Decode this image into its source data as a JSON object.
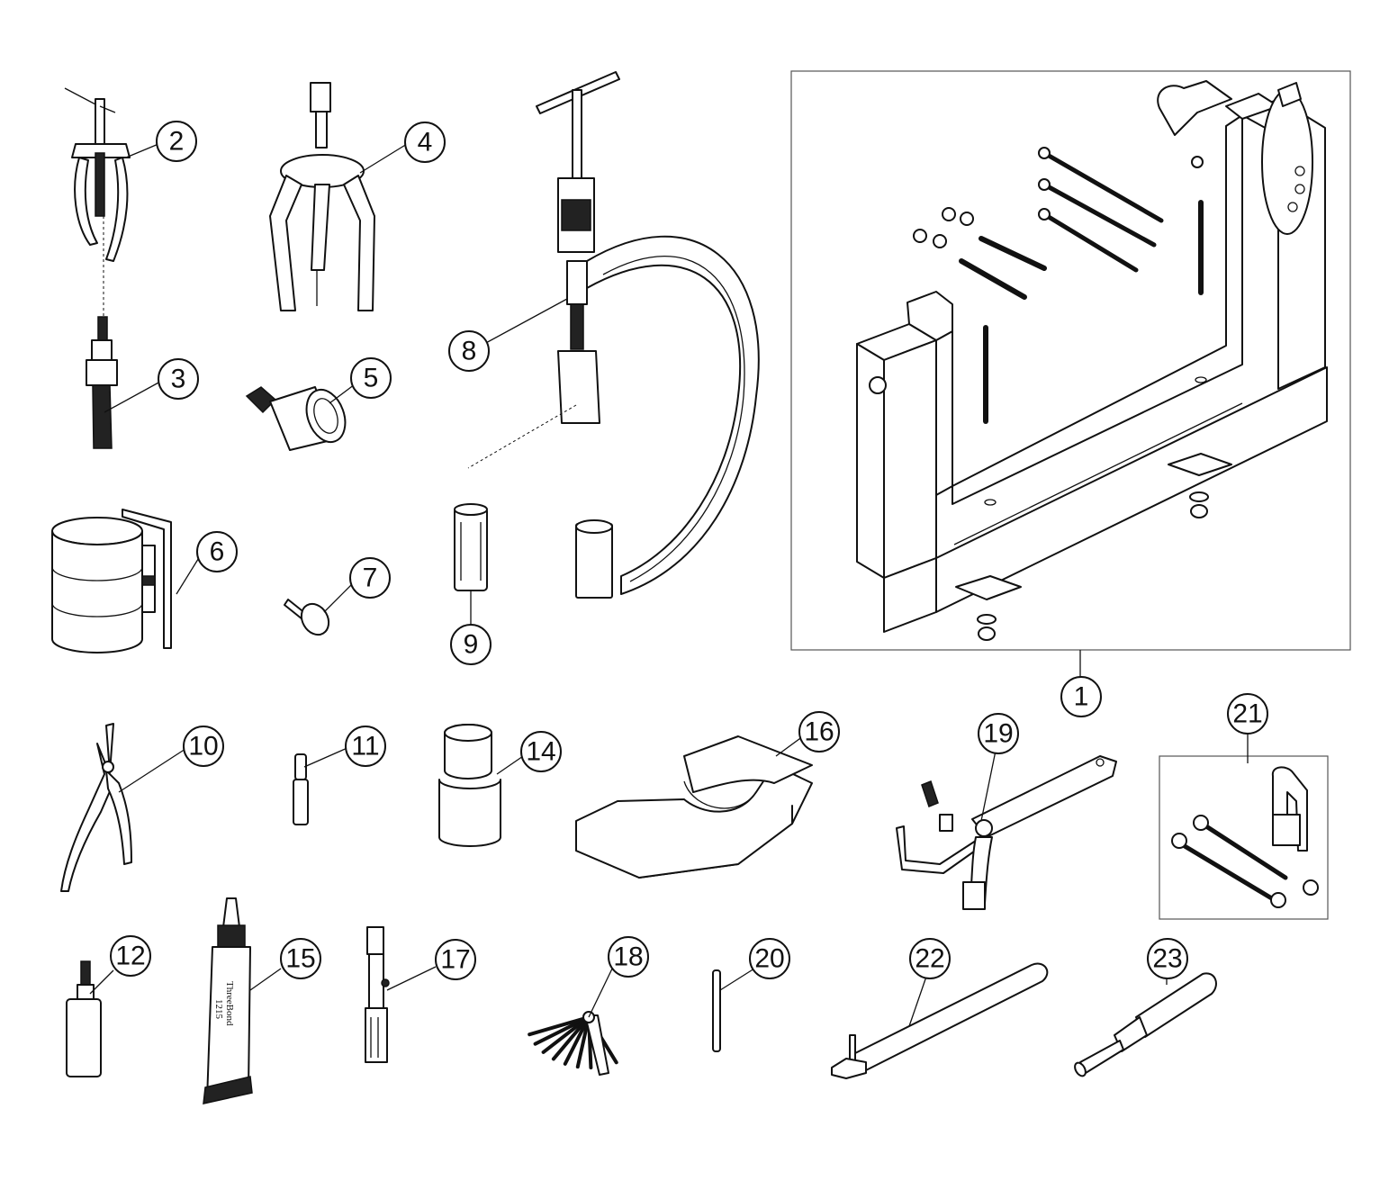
{
  "tube_label": {
    "brand": "ThreeBond",
    "number": "1215"
  },
  "callouts": [
    {
      "id": "1",
      "label": "1"
    },
    {
      "id": "2",
      "label": "2"
    },
    {
      "id": "3",
      "label": "3"
    },
    {
      "id": "4",
      "label": "4"
    },
    {
      "id": "5",
      "label": "5"
    },
    {
      "id": "6",
      "label": "6"
    },
    {
      "id": "7",
      "label": "7"
    },
    {
      "id": "8",
      "label": "8"
    },
    {
      "id": "9",
      "label": "9"
    },
    {
      "id": "10",
      "label": "10"
    },
    {
      "id": "11",
      "label": "11"
    },
    {
      "id": "12",
      "label": "12"
    },
    {
      "id": "14",
      "label": "14"
    },
    {
      "id": "15",
      "label": "15"
    },
    {
      "id": "16",
      "label": "16"
    },
    {
      "id": "17",
      "label": "17"
    },
    {
      "id": "18",
      "label": "18"
    },
    {
      "id": "19",
      "label": "19"
    },
    {
      "id": "20",
      "label": "20"
    },
    {
      "id": "21",
      "label": "21"
    },
    {
      "id": "22",
      "label": "22"
    },
    {
      "id": "23",
      "label": "23"
    }
  ]
}
